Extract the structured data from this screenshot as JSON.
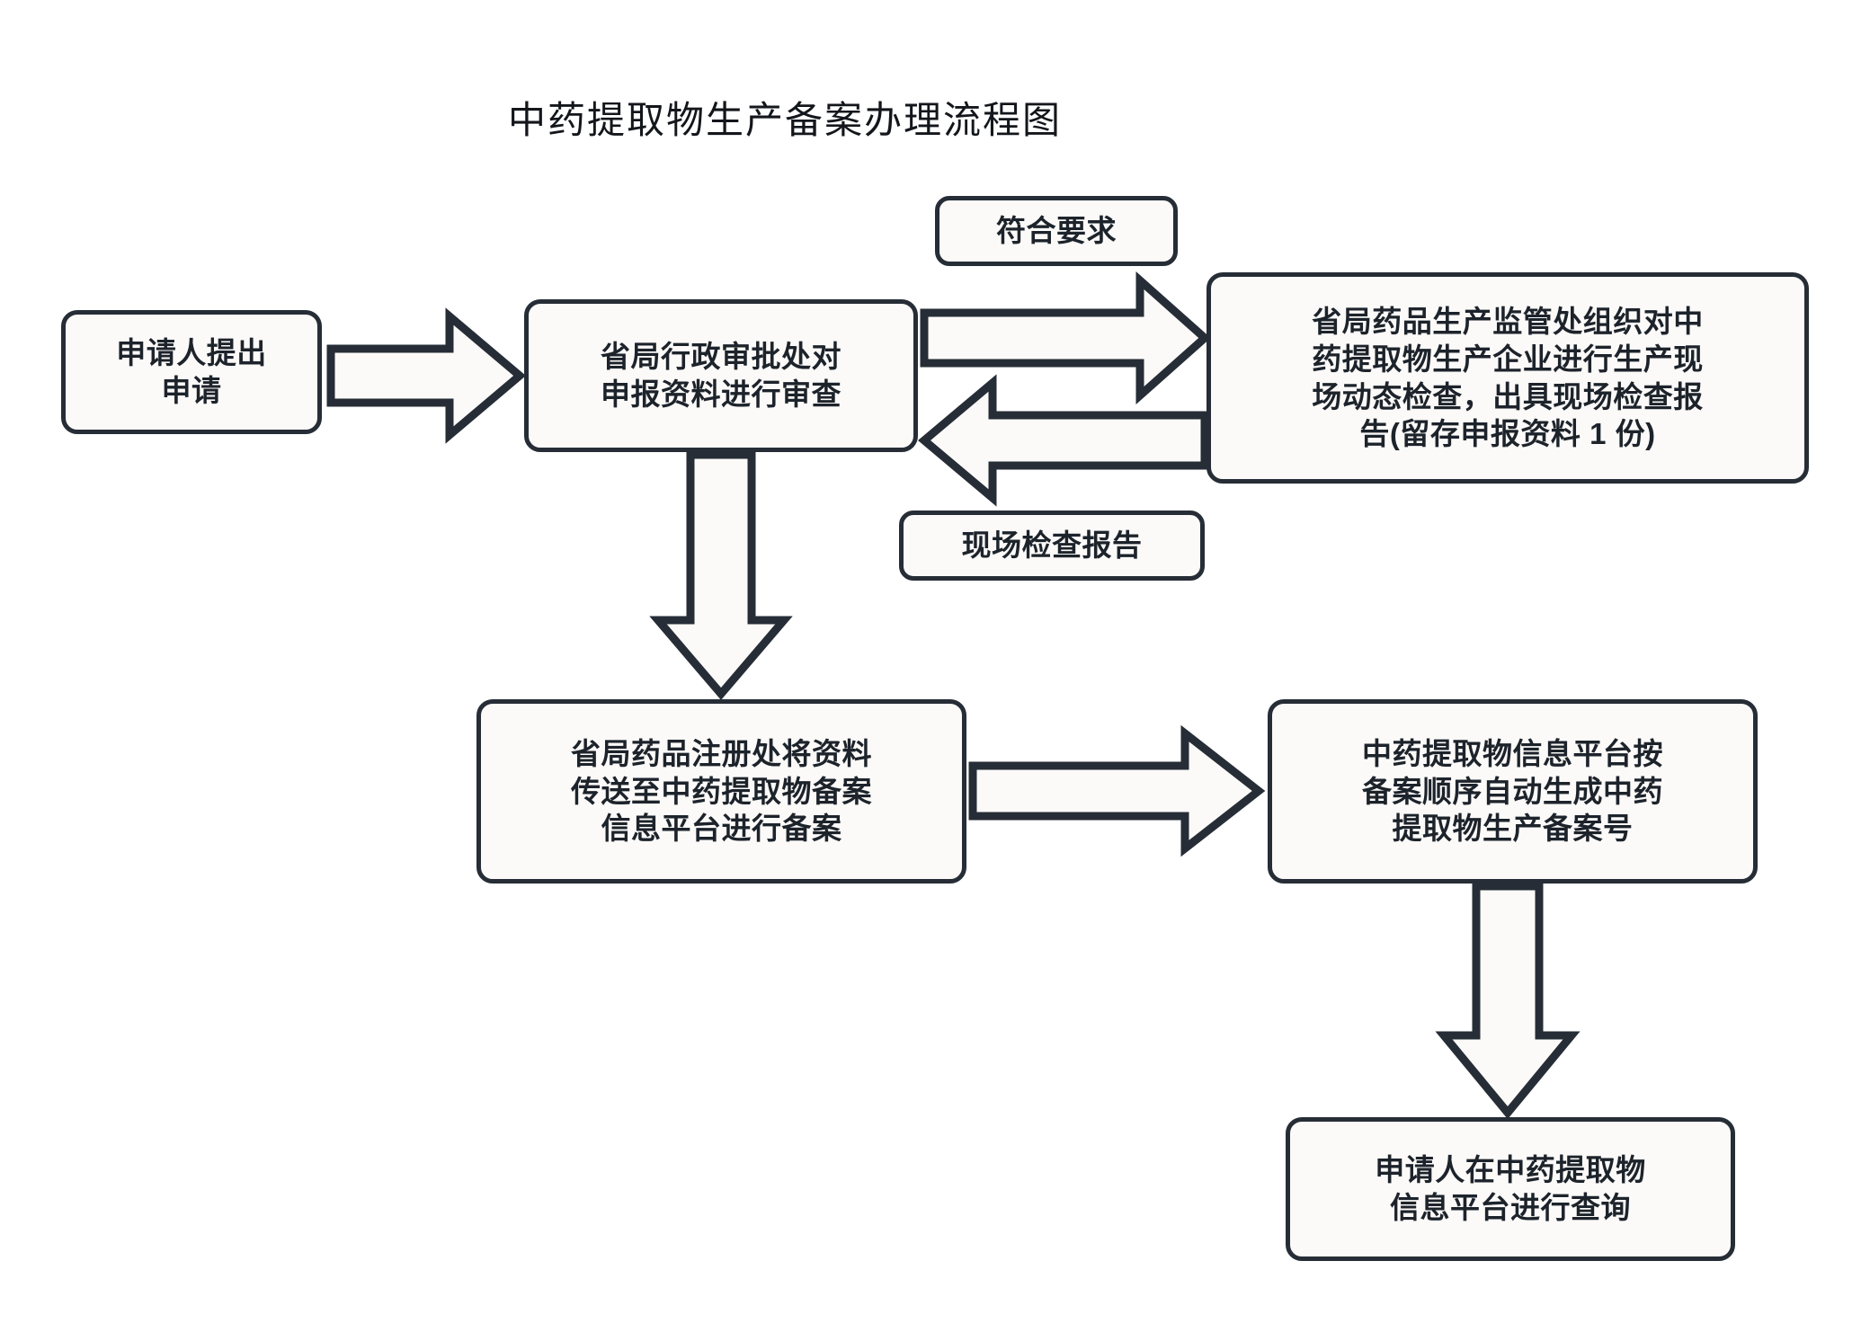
{
  "diagram": {
    "title": "中药提取物生产备案办理流程图",
    "colors": {
      "stroke": "#262d36",
      "fill": "#fbfaf8",
      "text": "#1d232b",
      "background": "#ffffff"
    },
    "nodes": {
      "applicant": "申请人提出\n申请",
      "applicant_lines": [
        "申请人提出",
        "申请"
      ],
      "review": "省局行政审批处对\n申报资料进行审查",
      "review_lines": [
        "省局行政审批处对",
        "申报资料进行审查"
      ],
      "compliant": "符合要求",
      "inspection": "省局药品生产监管处组织对中药提取物生产企业进行生产现场动态检查，出具现场检查报告(留存申报资料 1 份)",
      "inspection_lines": [
        "省局药品生产监管处组织对中",
        "药提取物生产企业进行生产现",
        "场动态检查，出具现场检查报",
        "告(留存申报资料 1 份)"
      ],
      "report_label": "现场检查报告",
      "registration": "省局药品注册处将资料传送至中药提取物备案信息平台进行备案",
      "registration_lines": [
        "省局药品注册处将资料",
        "传送至中药提取物备案",
        "信息平台进行备案"
      ],
      "platform": "中药提取物信息平台按备案顺序自动生成中药提取物生产备案号",
      "platform_lines": [
        "中药提取物信息平台按",
        "备案顺序自动生成中药",
        "提取物生产备案号"
      ],
      "query": "申请人在中药提取物信息平台进行查询",
      "query_lines": [
        "申请人在中药提取物",
        "信息平台进行查询"
      ]
    },
    "edges": [
      {
        "id": "applicant-to-review",
        "from": "applicant",
        "to": "review",
        "direction": "right",
        "label": ""
      },
      {
        "id": "review-to-inspection",
        "from": "review",
        "to": "inspection",
        "direction": "right",
        "label": "符合要求"
      },
      {
        "id": "inspection-to-review",
        "from": "inspection",
        "to": "review",
        "direction": "left",
        "label": "现场检查报告"
      },
      {
        "id": "review-to-registration",
        "from": "review",
        "to": "registration",
        "direction": "down",
        "label": ""
      },
      {
        "id": "registration-to-platform",
        "from": "registration",
        "to": "platform",
        "direction": "right",
        "label": ""
      },
      {
        "id": "platform-to-query",
        "from": "platform",
        "to": "query",
        "direction": "down",
        "label": ""
      }
    ]
  }
}
